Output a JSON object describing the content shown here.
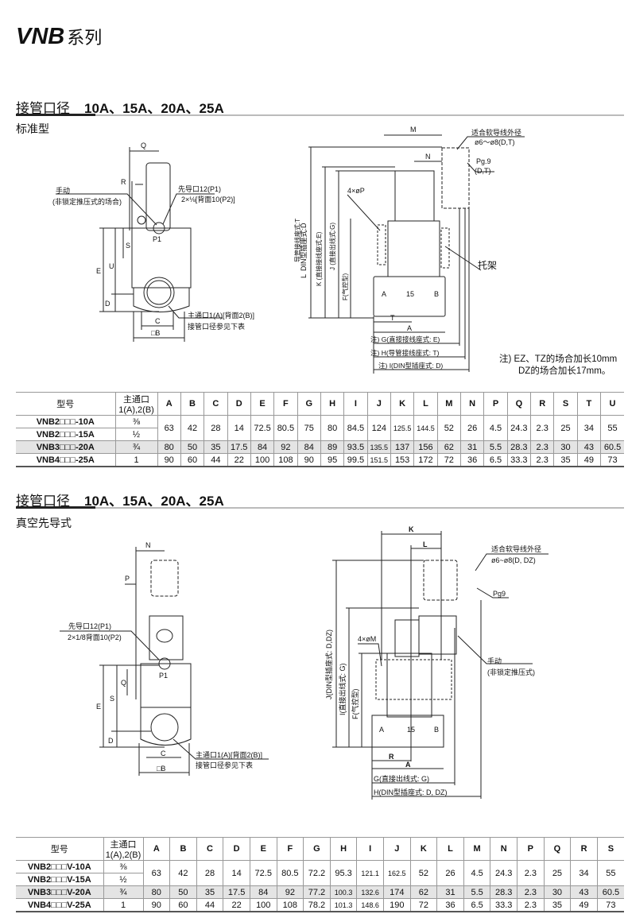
{
  "title": {
    "series_code": "VNB",
    "series_suffix": "系列"
  },
  "sections": [
    {
      "heading_label": "接管口径",
      "heading_sizes": "10A、15A、20A、25A",
      "subtitle": "标准型",
      "left_view": {
        "Q": "Q",
        "R": "R",
        "manual": "手动",
        "manual_note": "(非锁定推压式的场合)",
        "pilot_port": "先导口12(P1)",
        "pilot_port_size": "2×⅛[背面10(P2)]",
        "P1": "P1",
        "S": "S",
        "U": "U",
        "E": "E",
        "D": "D",
        "C": "C",
        "B": "□B",
        "main_port": "主通口1(A)[背面2(B)]",
        "main_port_note": "接管口径参见下表"
      },
      "right_view": {
        "M": "M",
        "N": "N",
        "cable_od": "适合软导线外径",
        "cable_od_range": "ø6～ø8(D,T)",
        "pg": "Pg.9",
        "pg_note": "(D,T)",
        "mount_holes": "4×øP",
        "L": "L",
        "L_note1": "导管接线座式:T",
        "L_note2": "DIN型插座式:D",
        "K": "K (直接接线座式:E)",
        "J": "J (直接出线式:G)",
        "F": "F(气控型)",
        "port_A": "A",
        "port_15": "15",
        "port_B": "B",
        "T": "T",
        "A": "A",
        "G": "注) G(直接接线座式: E)",
        "H": "注) H(导管接线座式: T)",
        "I": "注) I(DIN型插座式: D)",
        "bracket": "托架"
      },
      "note_line1": "注) EZ、TZ的场合加长10mm",
      "note_line2": "DZ的场合加长17mm。",
      "table": {
        "model_header": "型号",
        "port_header": "主通口 1(A),2(B)",
        "columns": [
          "A",
          "B",
          "C",
          "D",
          "E",
          "F",
          "G",
          "H",
          "I",
          "J",
          "K",
          "L",
          "M",
          "N",
          "P",
          "Q",
          "R",
          "S",
          "T",
          "U"
        ],
        "rows": [
          {
            "model": "VNB2□□□-10A",
            "port": "⅜",
            "values": [
              "63",
              "42",
              "28",
              "14",
              "72.5",
              "80.5",
              "75",
              "80",
              "84.5",
              "124",
              "125.5",
              "144.5",
              "52",
              "26",
              "4.5",
              "24.3",
              "2.3",
              "25",
              "34",
              "55"
            ]
          },
          {
            "model": "VNB2□□□-15A",
            "port": "½",
            "merged_with_previous": true,
            "values": []
          },
          {
            "model": "VNB3□□□-20A",
            "port": "¾",
            "shaded": true,
            "values": [
              "80",
              "50",
              "35",
              "17.5",
              "84",
              "92",
              "84",
              "89",
              "93.5",
              "135.5",
              "137",
              "156",
              "62",
              "31",
              "5.5",
              "28.3",
              "2.3",
              "30",
              "43",
              "60.5"
            ]
          },
          {
            "model": "VNB4□□□-25A",
            "port": "1",
            "values": [
              "90",
              "60",
              "44",
              "22",
              "100",
              "108",
              "90",
              "95",
              "99.5",
              "151.5",
              "153",
              "172",
              "72",
              "36",
              "6.5",
              "33.3",
              "2.3",
              "35",
              "49",
              "73"
            ]
          }
        ]
      }
    },
    {
      "heading_label": "接管口径",
      "heading_sizes": "10A、15A、20A、25A",
      "subtitle": "真空先导式",
      "left_view": {
        "N": "N",
        "P": "P",
        "pilot_port": "先导口12(P1)",
        "pilot_port_size": "2×1/8背面10(P2)",
        "P1": "P1",
        "Q": "Q",
        "S": "S",
        "E": "E",
        "D": "D",
        "C": "C",
        "B": "□B",
        "main_port": "主通口1(A)[背面2(B)]",
        "main_port_note": "接管口径参见下表"
      },
      "right_view": {
        "K": "K",
        "L": "L",
        "cable_od": "适合软导线外径",
        "cable_od_range": "ø6~ø8(D, DZ)",
        "pg": "Pg9",
        "mount_holes": "4×øM",
        "J": "J(DIN型插座式: D,DZ)",
        "I": "I(直接出线式: G)",
        "F": "F(气控型)",
        "port_A": "A",
        "port_15": "15",
        "port_B": "B",
        "R": "R",
        "A": "A",
        "G": "G(直接出线式: G)",
        "H": "H(DIN型插座式: D, DZ)",
        "manual": "手动",
        "manual_note": "(非锁定推压式)"
      },
      "table": {
        "model_header": "型号",
        "port_header": "主通口 1(A),2(B)",
        "columns": [
          "A",
          "B",
          "C",
          "D",
          "E",
          "F",
          "G",
          "H",
          "I",
          "J",
          "K",
          "L",
          "M",
          "N",
          "P",
          "Q",
          "R",
          "S"
        ],
        "rows": [
          {
            "model": "VNB2□□□V-10A",
            "port": "⅜",
            "values": [
              "63",
              "42",
              "28",
              "14",
              "72.5",
              "80.5",
              "72.2",
              "95.3",
              "121.1",
              "162.5",
              "52",
              "26",
              "4.5",
              "24.3",
              "2.3",
              "25",
              "34",
              "55"
            ]
          },
          {
            "model": "VNB2□□□V-15A",
            "port": "½",
            "merged_with_previous": true,
            "values": []
          },
          {
            "model": "VNB3□□□V-20A",
            "port": "¾",
            "shaded": true,
            "values": [
              "80",
              "50",
              "35",
              "17.5",
              "84",
              "92",
              "77.2",
              "100.3",
              "132.6",
              "174",
              "62",
              "31",
              "5.5",
              "28.3",
              "2.3",
              "30",
              "43",
              "60.5"
            ]
          },
          {
            "model": "VNB4□□□V-25A",
            "port": "1",
            "values": [
              "90",
              "60",
              "44",
              "22",
              "100",
              "108",
              "78.2",
              "101.3",
              "148.6",
              "190",
              "72",
              "36",
              "6.5",
              "33.3",
              "2.3",
              "35",
              "49",
              "73"
            ]
          }
        ]
      }
    }
  ]
}
